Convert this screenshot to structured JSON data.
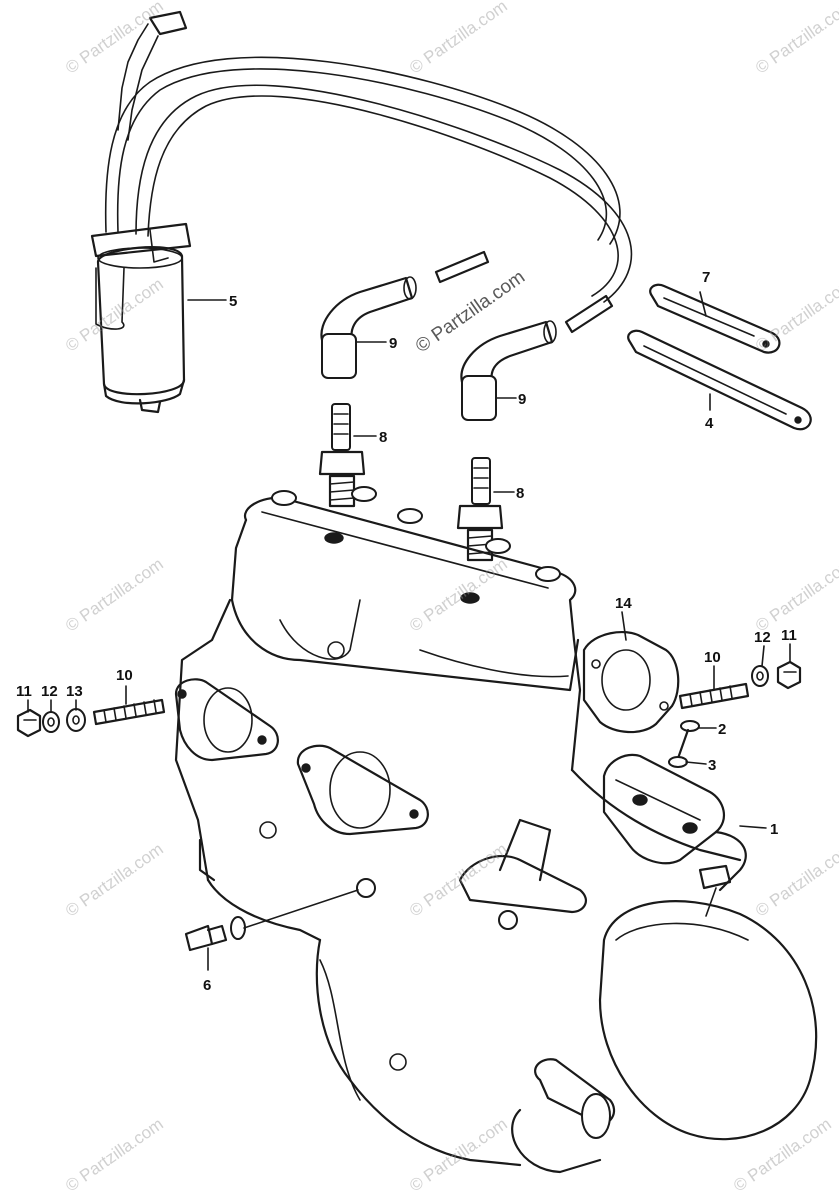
{
  "watermark": "© Partzilla.com",
  "callouts": [
    "1",
    "2",
    "3",
    "4",
    "5",
    "6",
    "7",
    "8",
    "9",
    "10",
    "11",
    "12",
    "13",
    "14"
  ]
}
